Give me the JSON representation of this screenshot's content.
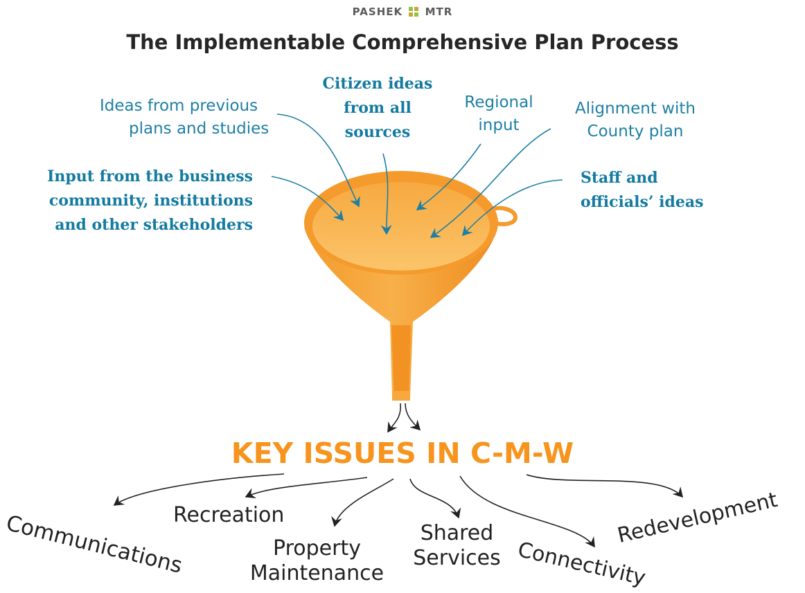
{
  "header": {
    "logo_text_left": "PASHEK",
    "logo_text_right": "MTR",
    "title": "The Implementable Comprehensive Plan Process"
  },
  "inputs": {
    "previous_plans_line1": "Ideas from previous",
    "previous_plans_line2": "plans and studies",
    "citizen_line1": "Citizen ideas",
    "citizen_line2": "from all",
    "citizen_line3": "sources",
    "regional_line1": "Regional",
    "regional_line2": "input",
    "county_line1": "Alignment with",
    "county_line2": "County plan",
    "business_line1": "Input from the business",
    "business_line2": "community, institutions",
    "business_line3": "and other stakeholders",
    "staff_line1": "Staff and",
    "staff_line2": "officials’ ideas"
  },
  "key_issues": {
    "heading": "KEY ISSUES IN C-M-W",
    "items": {
      "communications": "Communications",
      "recreation": "Recreation",
      "property_line1": "Property",
      "property_line2": "Maintenance",
      "shared_line1": "Shared",
      "shared_line2": "Services",
      "connectivity": "Connectivity",
      "redevelopment": "Redevelopment"
    }
  },
  "colors": {
    "input_text": "#1d7fa3",
    "heading_orange": "#f7941d",
    "funnel": "#f5a53a",
    "logo_green": "#8dc63f"
  }
}
